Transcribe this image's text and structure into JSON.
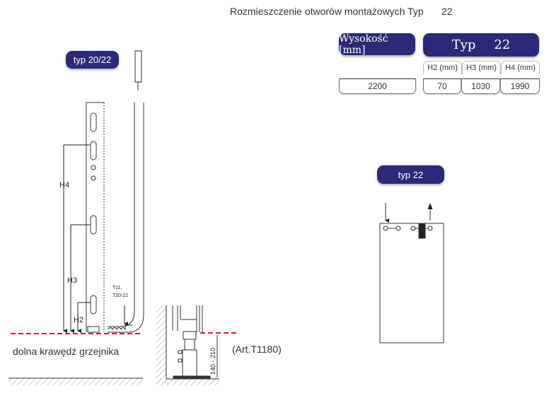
{
  "header": {
    "title": "Rozmieszczenie otworów montażowych Typ",
    "type_value": "22"
  },
  "table": {
    "height_header": "Wysokość [mm]",
    "type_header": "Typ",
    "type_value": "22",
    "columns": [
      "H2 (mm)",
      "H3 (mm)",
      "H4 (mm)"
    ],
    "row": {
      "height": "2200",
      "values": [
        "70",
        "1030",
        "1990"
      ]
    }
  },
  "left_drawing": {
    "badge": "typ 20/22",
    "labels": {
      "h4": "H4",
      "h3": "H3",
      "h2": "H2"
    },
    "note_line1": "T11,",
    "note_line2": "T20-22",
    "bottom_edge_label": "dolna krawędź grzejnika",
    "accent_color": "#c0272d"
  },
  "detail_drawing": {
    "dimension": "140 - 210",
    "article": "(Art.T1180)"
  },
  "right_drawing": {
    "badge": "typ 22"
  }
}
